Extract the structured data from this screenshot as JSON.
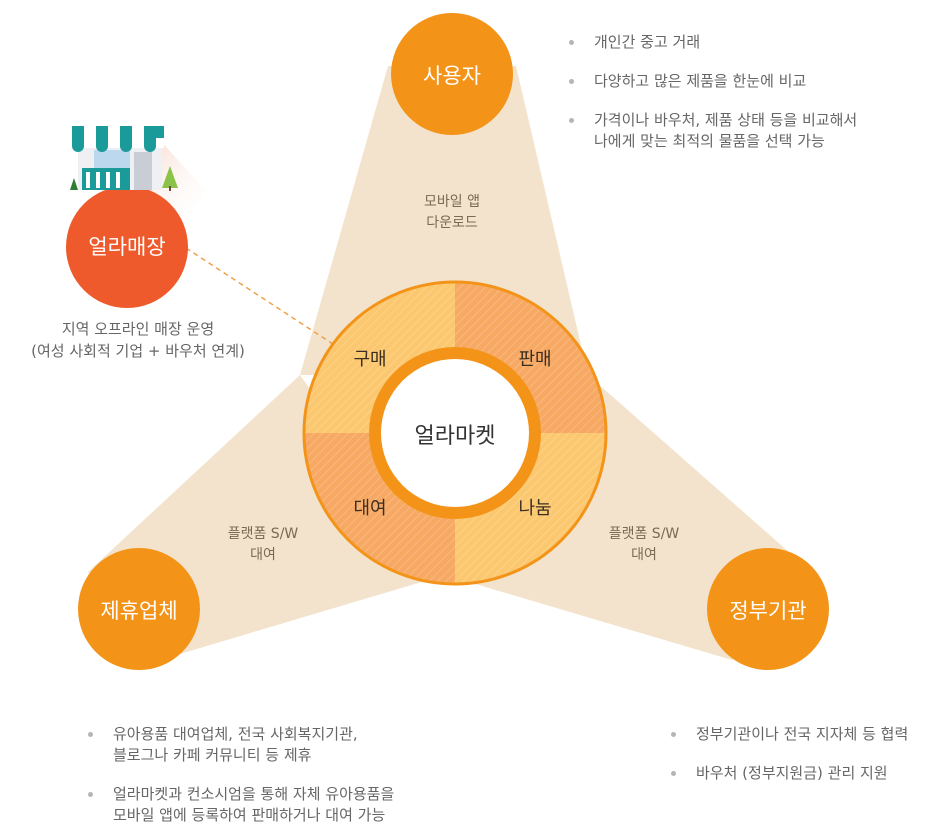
{
  "center": {
    "label": "얼라마켓"
  },
  "quadrants": {
    "buy": "구매",
    "sell": "판매",
    "rent": "대여",
    "share": "나눔"
  },
  "nodes": {
    "user": "사용자",
    "store": "얼라매장",
    "partner": "제휴업체",
    "gov": "정부기관"
  },
  "edges": {
    "user": [
      "모바일 앱",
      "다운로드"
    ],
    "partner": [
      "플랫폼 S/W",
      "대여"
    ],
    "gov": [
      "플랫폼 S/W",
      "대여"
    ]
  },
  "store_caption": [
    "지역 오프라인 매장 운영",
    "(여성 사회적 기업 + 바우처 연계)"
  ],
  "user_points": [
    [
      "개인간 중고 거래"
    ],
    [
      "다양하고 많은 제품을 한눈에 비교"
    ],
    [
      "가격이나 바우처, 제품 상태 등을 비교해서",
      "나에게 맞는 최적의 물품을 선택 가능"
    ]
  ],
  "partner_points": [
    [
      "유아용품 대여업체, 전국 사회복지기관,",
      "블로그나 카페 커뮤니티 등 제휴"
    ],
    [
      "얼라마켓과 컨소시엄을 통해 자체 유아용품을",
      "모바일 앱에 등록하여 판매하거나 대여 가능"
    ]
  ],
  "gov_points": [
    [
      "정부기관이나 전국 지자체 등 협력"
    ],
    [
      "바우처 (정부지원금) 관리 지원"
    ]
  ],
  "colors": {
    "wedge": "#f3e3cc",
    "node_orange": "#f39419",
    "store_red": "#ee5a2c",
    "ring_light": "#fcc86f",
    "ring_dark": "#f7a964",
    "ring_inner": "#f39419",
    "dashed": "#f0a04a"
  }
}
